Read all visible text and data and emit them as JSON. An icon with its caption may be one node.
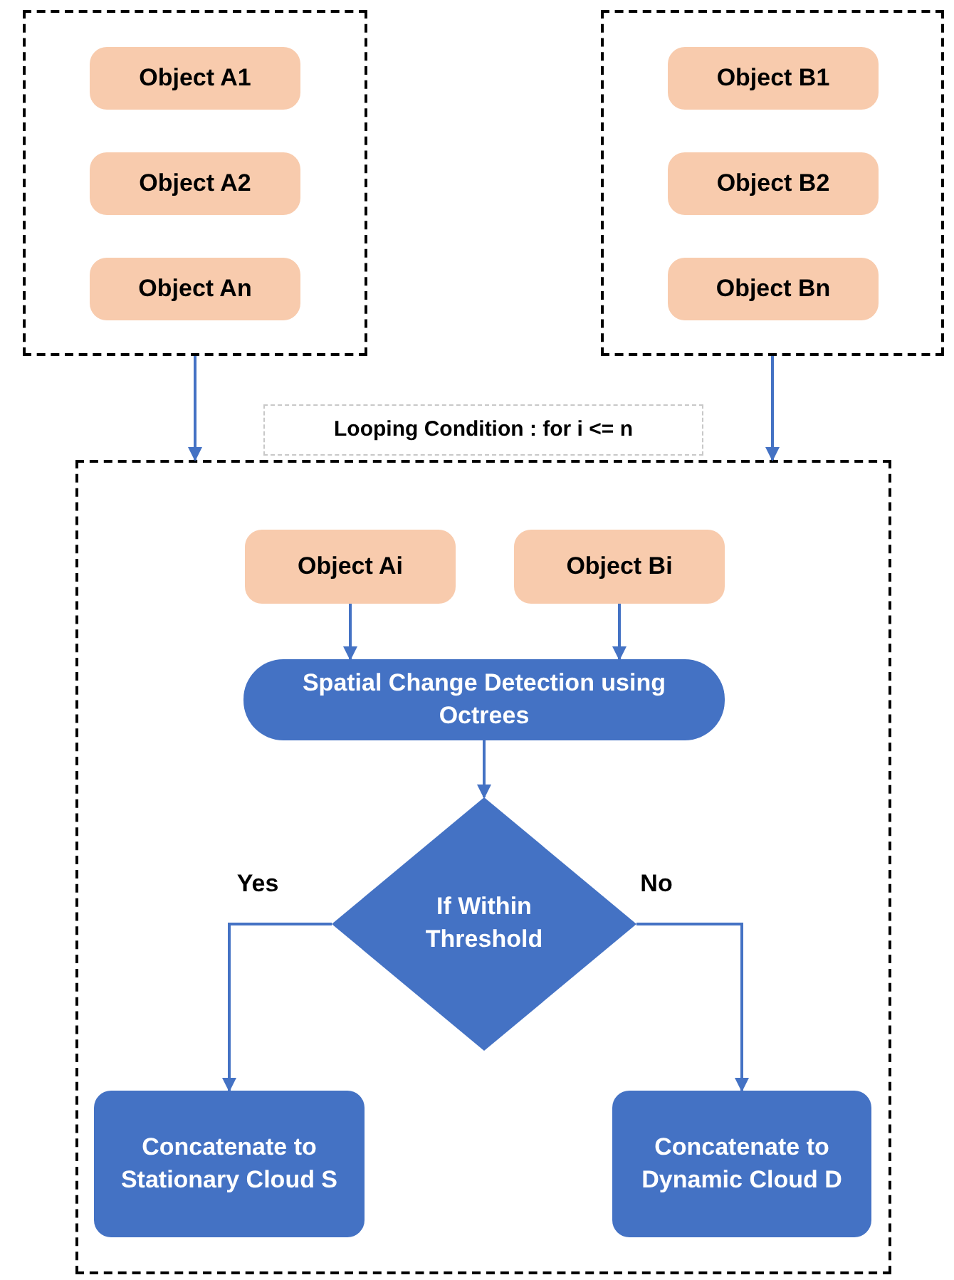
{
  "diagram": {
    "nodes": [
      {
        "text": [],
        "shape": "box"
      },
      {
        "text": [
          "Object A1"
        ],
        "in": 0
      },
      {
        "text": [
          "Object A2"
        ],
        "in": 0
      },
      {
        "text": [
          "Object An"
        ],
        "in": 0
      },
      {
        "text": [],
        "shape": "box"
      },
      {
        "text": [
          "Object B1"
        ],
        "in": 4
      },
      {
        "text": [
          "Object B2"
        ],
        "in": 4
      },
      {
        "text": [
          "Object Bn"
        ],
        "in": 4
      },
      {
        "text": [
          "Looping Condition : for i <= n"
        ]
      },
      {
        "text": [],
        "shape": "box"
      },
      {
        "text": [
          "Object Ai"
        ],
        "in": 9
      },
      {
        "text": [
          "Object Bi"
        ],
        "in": 9
      },
      {
        "text": [
          "Spatial Change Detection using Octrees"
        ],
        "in": 9
      },
      {
        "text": [
          "If Within Threshold"
        ],
        "in": 9
      },
      {
        "text": [
          "Concatenate to Stationary Cloud S"
        ],
        "in": 9
      },
      {
        "text": [
          "Concatenate to Dynamic Cloud D"
        ],
        "in": 9
      }
    ],
    "edges": [
      {
        "from": 0,
        "to": 9,
        "arrow": "to"
      },
      {
        "from": 4,
        "to": 9,
        "arrow": "to"
      },
      {
        "from": 10,
        "to": 12,
        "arrow": "to"
      },
      {
        "from": 11,
        "to": 12,
        "arrow": "to"
      },
      {
        "from": 12,
        "to": 13,
        "arrow": "to"
      },
      {
        "from": 13,
        "to": 14,
        "arrow": "to",
        "label": "Yes"
      },
      {
        "from": 13,
        "to": 15,
        "arrow": "to",
        "label": "No"
      }
    ]
  }
}
